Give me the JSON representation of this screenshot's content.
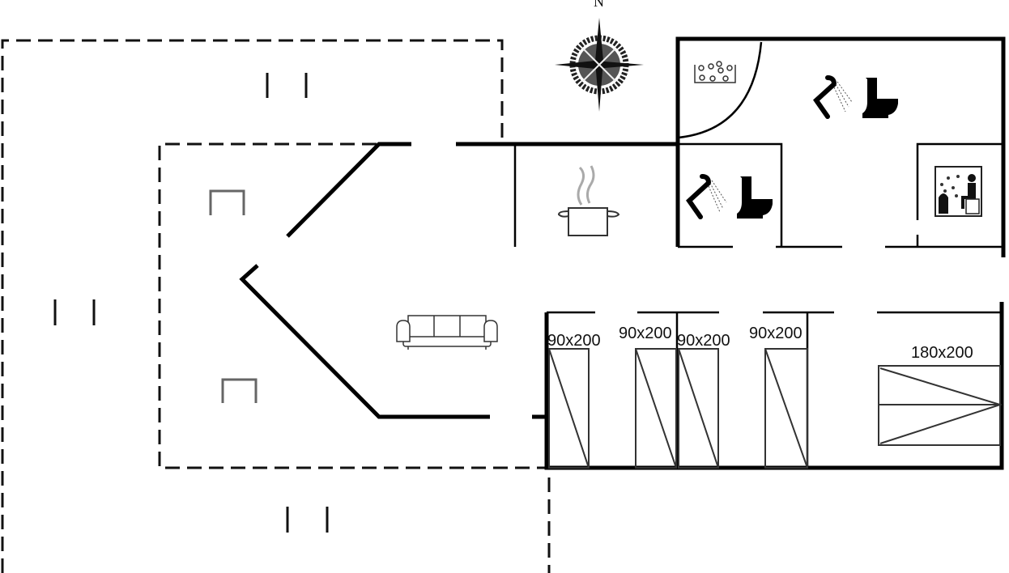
{
  "compass": {
    "north_label": "N",
    "icon": "compass-rose-icon"
  },
  "beds": [
    {
      "label": "90x200"
    },
    {
      "label": "90x200"
    },
    {
      "label": "90x200"
    },
    {
      "label": "90x200"
    },
    {
      "label": "180x200"
    }
  ],
  "icons": [
    "compass-rose-icon",
    "bathtub-icon",
    "shower-icon",
    "toilet-icon",
    "cooking-pot-icon",
    "sauna-icon",
    "sofa-icon",
    "chair-icon"
  ]
}
